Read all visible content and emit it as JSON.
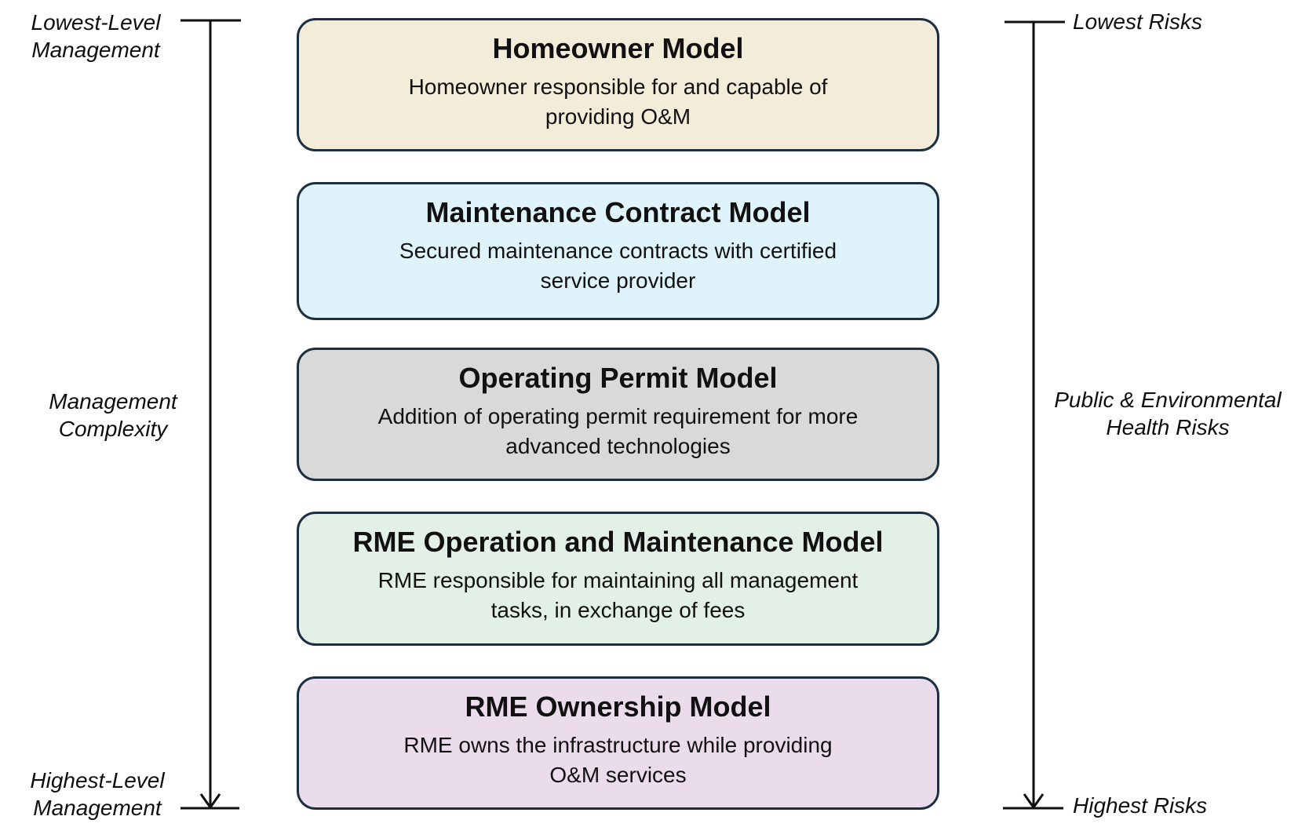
{
  "diagram": {
    "type": "ladder-comparison",
    "border_color": "#1c2f40",
    "arrow_color": "#0f0f0f",
    "text_color": "#111111"
  },
  "left_axis": {
    "top_label": "Lowest-Level\nManagement",
    "middle_label": "Management\nComplexity",
    "bottom_label": "Highest-Level\nManagement",
    "direction": "arrow points down"
  },
  "right_axis": {
    "top_label": "Lowest Risks",
    "middle_label": "Public & Environmental\nHealth Risks",
    "bottom_label": "Highest Risks",
    "direction": "arrow points down"
  },
  "models": [
    {
      "title": "Homeowner Model",
      "description": "Homeowner responsible for and capable of\nproviding O&M",
      "fill": "#f2ecd9"
    },
    {
      "title": "Maintenance Contract Model",
      "description": "Secured maintenance contracts with certified\nservice provider",
      "fill": "#dff3fa"
    },
    {
      "title": "Operating Permit Model",
      "description": "Addition of operating permit requirement for more\nadvanced technologies",
      "fill": "#d9d9d9"
    },
    {
      "title": "RME Operation and Maintenance Model",
      "description": "RME responsible for maintaining all management\ntasks, in exchange of fees",
      "fill": "#e3f0e5"
    },
    {
      "title": "RME Ownership Model",
      "description": "RME owns the infrastructure while providing\nO&M services",
      "fill": "#eadcea"
    }
  ]
}
